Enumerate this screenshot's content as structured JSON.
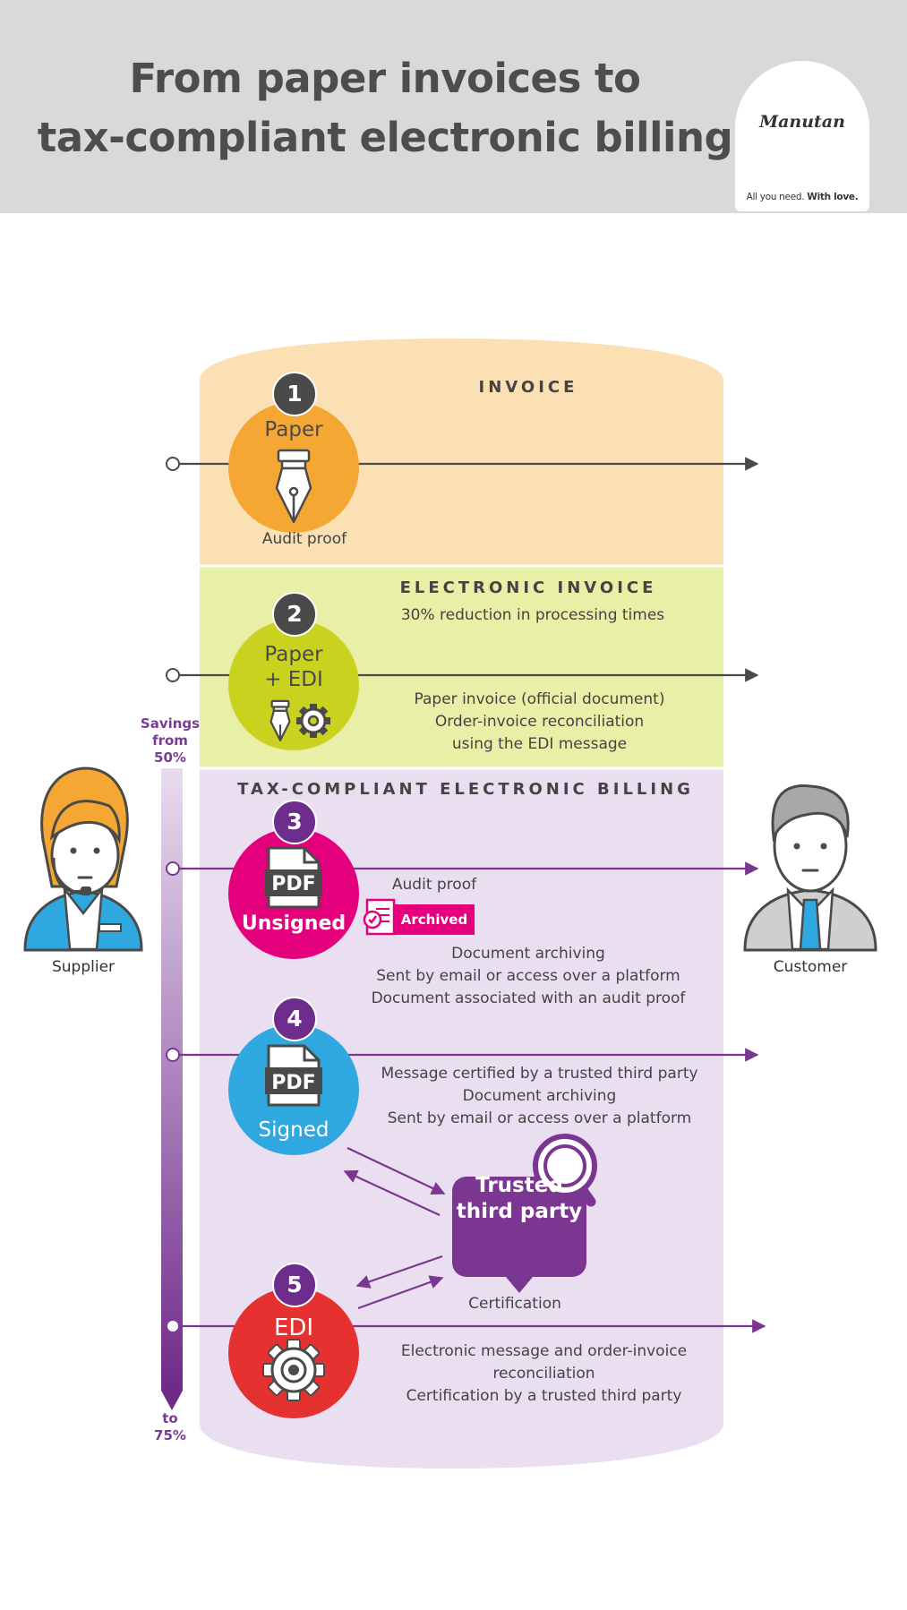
{
  "header": {
    "title_line1": "From paper invoices to",
    "title_line2": "tax-compliant electronic billing",
    "logo_text": "Manutan",
    "tagline_plain": "All you need. ",
    "tagline_bold": "With love."
  },
  "sections": {
    "invoice": {
      "heading": "INVOICE"
    },
    "electronic": {
      "heading": "ELECTRONIC INVOICE",
      "lines": [
        "30% reduction in processing times"
      ],
      "notes": [
        "Paper invoice (official document)",
        "Order-invoice reconciliation",
        "using the EDI message"
      ]
    },
    "tax": {
      "heading": "TAX-COMPLIANT ELECTRONIC BILLING"
    }
  },
  "steps": [
    {
      "number": "1",
      "label_line1": "Paper",
      "label_line2": "",
      "color": "#f5a733",
      "caption": "Audit proof"
    },
    {
      "number": "2",
      "label_line1": "Paper",
      "label_line2": "+ EDI",
      "color": "#c8d21f"
    },
    {
      "number": "3",
      "label_line1": "PDF",
      "label_line2": "Unsigned",
      "color": "#e4007c",
      "top_line": "Audit proof",
      "badge": "Archived",
      "notes": [
        "Document archiving",
        "Sent by email or access over a platform",
        "Document associated with an audit proof"
      ]
    },
    {
      "number": "4",
      "label_line1": "PDF",
      "label_line2": "Signed",
      "color": "#2fa7df",
      "notes": [
        "Message certified by a trusted third party",
        "Document archiving",
        "Sent by email or access over a platform"
      ]
    },
    {
      "number": "5",
      "label_line1": "EDI",
      "label_line2": "",
      "color": "#e53130",
      "notes": [
        "Electronic message and order-invoice",
        "reconciliation",
        "Certification by a trusted third party"
      ]
    }
  ],
  "trusted_party": {
    "line1": "Trusted",
    "line2": "third party",
    "caption": "Certification"
  },
  "savings": {
    "top": [
      "Savings",
      "from",
      "50%"
    ],
    "bottom": [
      "to",
      "75%"
    ]
  },
  "people": {
    "supplier": "Supplier",
    "customer": "Customer"
  },
  "colors": {
    "header_bg": "#d9d9d9",
    "invoice_band": "#fbe0b4",
    "electronic_band": "#e8efa7",
    "tax_band": "#e9dff0",
    "purple": "#7b3691",
    "dark": "#4a4a4a"
  }
}
